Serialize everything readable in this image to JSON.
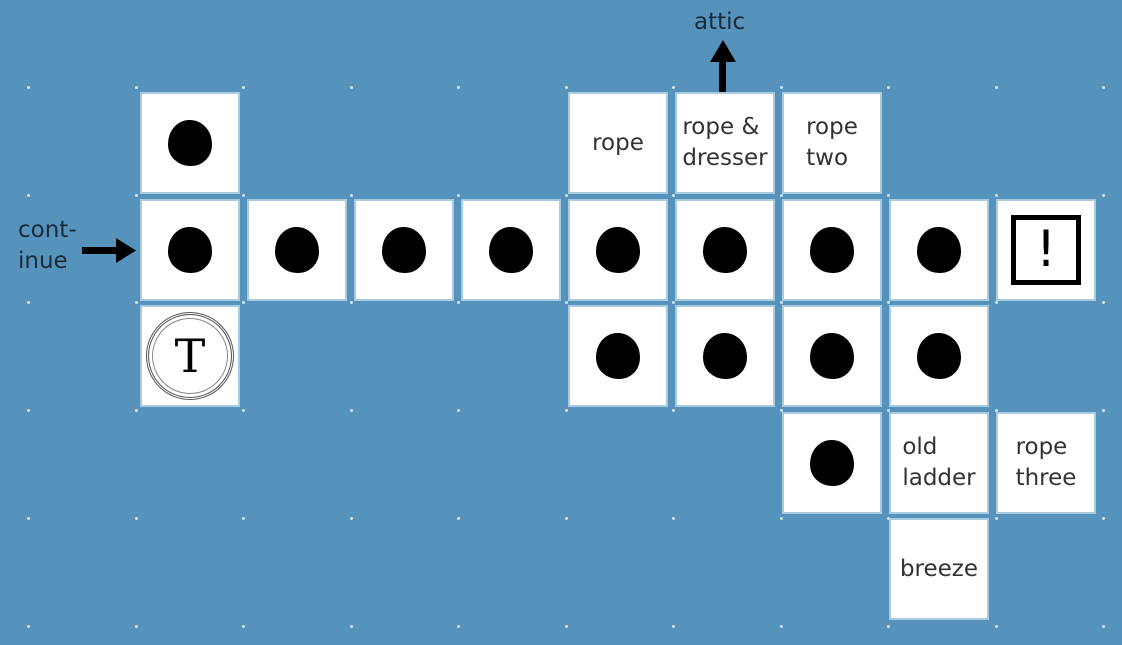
{
  "labels": {
    "continue": "cont-\ninue",
    "attic": "attic"
  },
  "colors": {
    "background": "#5593bd",
    "cell": "#ffffff",
    "cell_border": "#a9cbe0"
  },
  "cells": [
    {
      "row": 0,
      "col": 0,
      "type": "dot"
    },
    {
      "row": 0,
      "col": 4,
      "type": "text",
      "text": "rope",
      "center": true
    },
    {
      "row": 0,
      "col": 5,
      "type": "text",
      "text": "rope &\ndresser"
    },
    {
      "row": 0,
      "col": 6,
      "type": "text",
      "text": "rope\ntwo"
    },
    {
      "row": 1,
      "col": 0,
      "type": "dot"
    },
    {
      "row": 1,
      "col": 1,
      "type": "dot"
    },
    {
      "row": 1,
      "col": 2,
      "type": "dot"
    },
    {
      "row": 1,
      "col": 3,
      "type": "dot"
    },
    {
      "row": 1,
      "col": 4,
      "type": "dot"
    },
    {
      "row": 1,
      "col": 5,
      "type": "dot"
    },
    {
      "row": 1,
      "col": 6,
      "type": "dot"
    },
    {
      "row": 1,
      "col": 7,
      "type": "dot"
    },
    {
      "row": 1,
      "col": 8,
      "type": "exclaim",
      "text": "!"
    },
    {
      "row": 2,
      "col": 0,
      "type": "token",
      "text": "T"
    },
    {
      "row": 2,
      "col": 4,
      "type": "dot"
    },
    {
      "row": 2,
      "col": 5,
      "type": "dot"
    },
    {
      "row": 2,
      "col": 6,
      "type": "dot"
    },
    {
      "row": 2,
      "col": 7,
      "type": "dot"
    },
    {
      "row": 3,
      "col": 6,
      "type": "dot"
    },
    {
      "row": 3,
      "col": 7,
      "type": "text",
      "text": "old\nladder"
    },
    {
      "row": 3,
      "col": 8,
      "type": "text",
      "text": "rope\nthree"
    },
    {
      "row": 4,
      "col": 7,
      "type": "text",
      "text": "breeze",
      "center": true
    }
  ]
}
